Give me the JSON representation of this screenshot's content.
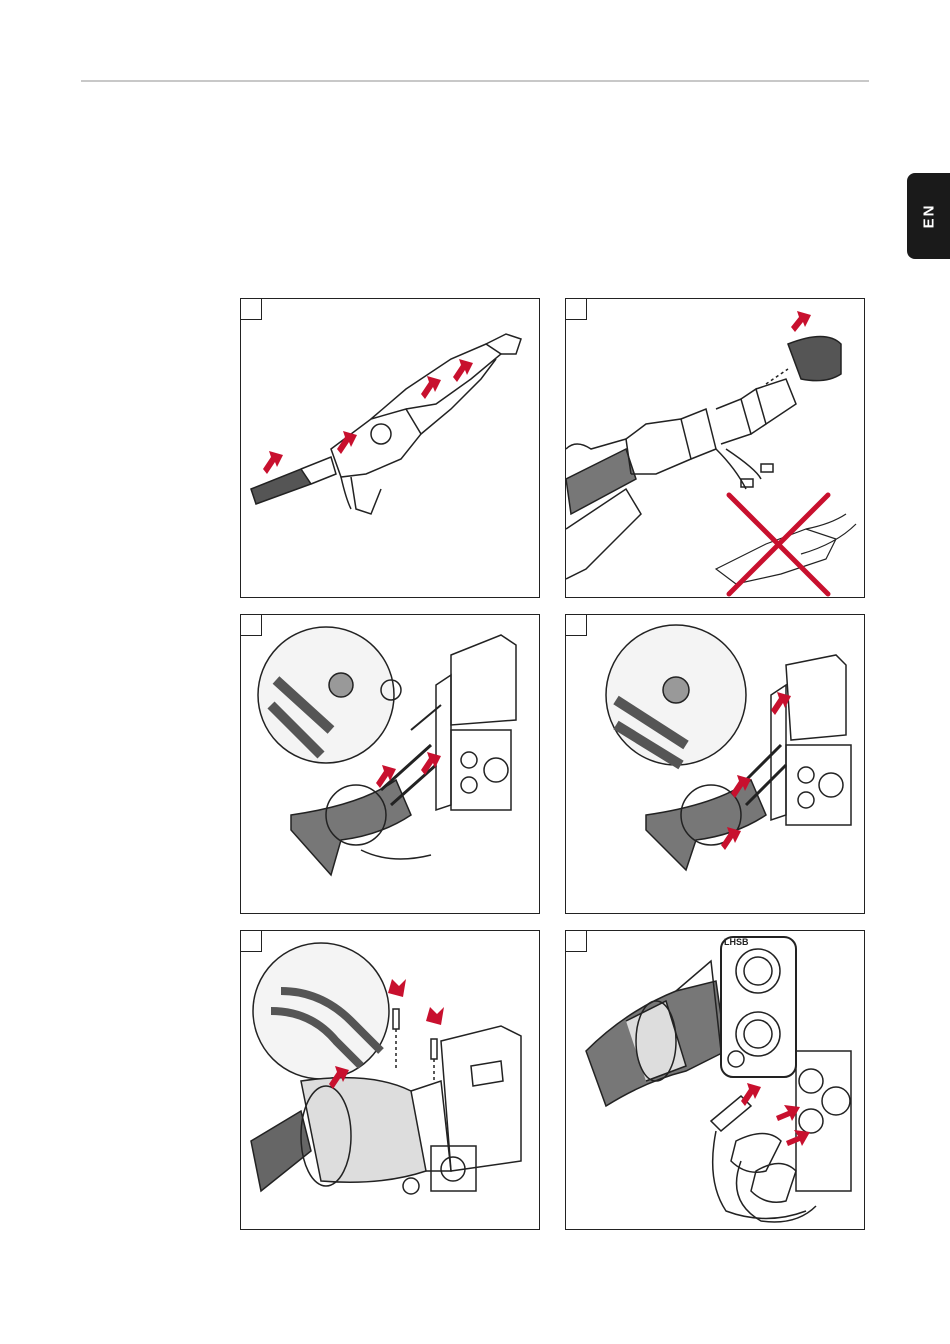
{
  "language_tab": {
    "label": "EN"
  },
  "steps": [
    {
      "id": 1,
      "number": ""
    },
    {
      "id": 2,
      "number": ""
    },
    {
      "id": 3,
      "number": ""
    },
    {
      "id": 4,
      "number": ""
    },
    {
      "id": 5,
      "number": ""
    },
    {
      "id": 6,
      "number": ""
    }
  ],
  "panel6": {
    "connector_label": "LHSB"
  },
  "colors": {
    "arrow": "#c8102e",
    "line": "#222222",
    "tab": "#1a1a1a"
  }
}
